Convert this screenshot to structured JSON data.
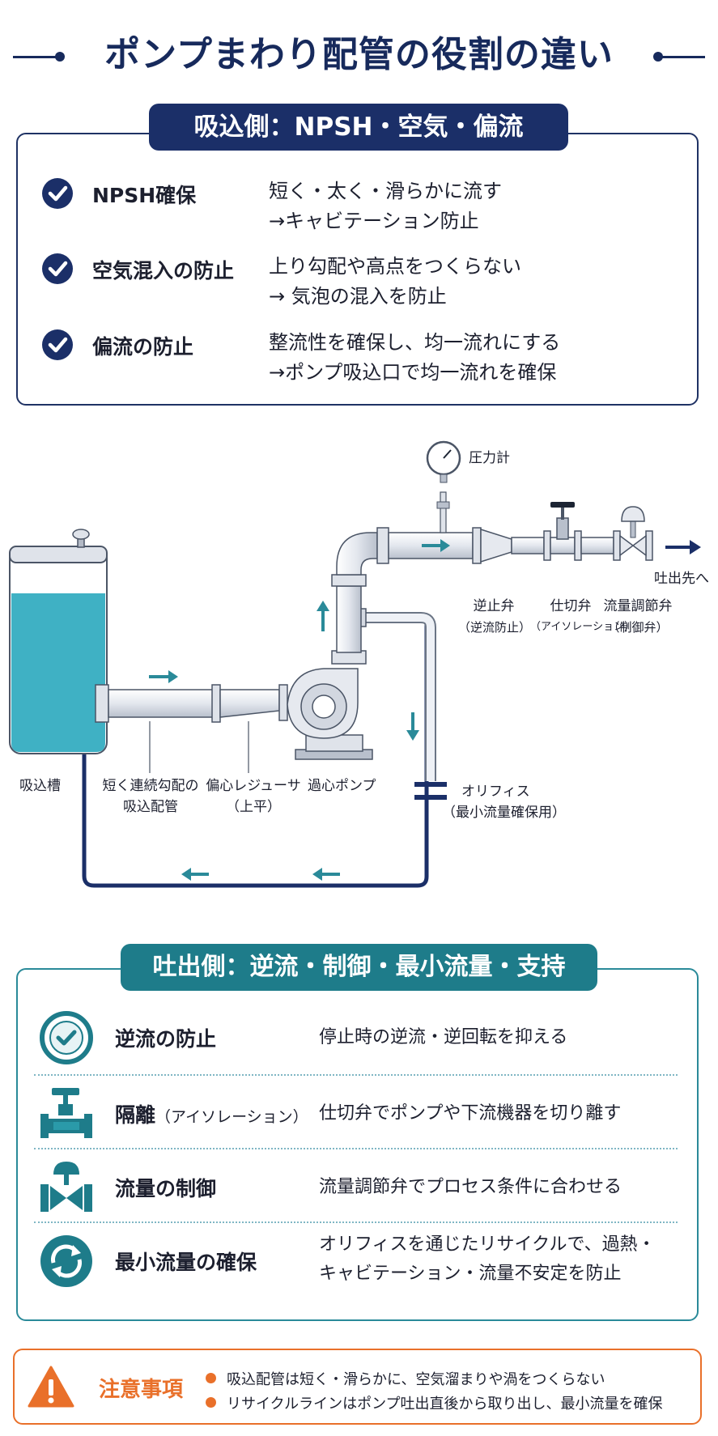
{
  "title": "ポンプまわり配管の役割の違い",
  "suction": {
    "banner": "吸込側：NPSH・空気・偏流",
    "items": [
      {
        "label": "NPSH確保",
        "line1": "短く・太く・滑らかに流す",
        "line2": "→キャビテーション防止"
      },
      {
        "label": "空気混入の防止",
        "line1": "上り勾配や高点をつくらない",
        "line2": "→ 気泡の混入を防止"
      },
      {
        "label": "偏流の防止",
        "line1": "整流性を確保し、均一流れにする",
        "line2": "→ポンプ吸込口で均一流れを確保"
      }
    ]
  },
  "diagram": {
    "pressure_gauge": "圧力計",
    "outlet": "吐出先へ",
    "check_valve": [
      "逆止弁",
      "（逆流防止）"
    ],
    "gate_valve": [
      "仕切弁",
      "（アイソレーション）"
    ],
    "control_valve": [
      "流量調節弁",
      "（制御弁）"
    ],
    "tank": "吸込槽",
    "suction_pipe": [
      "短く連続勾配の",
      "吸込配管"
    ],
    "reducer": [
      "偏心レジューサ",
      "（上平）"
    ],
    "pump": "過心ポンプ",
    "orifice": [
      "オリフィス",
      "（最小流量確保用）"
    ]
  },
  "discharge": {
    "banner": "吐出側：逆流・制御・最小流量・支持",
    "rows": [
      {
        "label": "逆流の防止",
        "label_small": "",
        "desc": [
          "停止時の逆流・逆回転を抑える"
        ],
        "icon": "check-circle-icon"
      },
      {
        "label": "隔離",
        "label_small": "（アイソレーション）",
        "desc": [
          "仕切弁でポンプや下流機器を切り離す"
        ],
        "icon": "gate-valve-icon"
      },
      {
        "label": "流量の制御",
        "label_small": "",
        "desc": [
          "流量調節弁でプロセス条件に合わせる"
        ],
        "icon": "control-valve-icon"
      },
      {
        "label": "最小流量の確保",
        "label_small": "",
        "desc": [
          "オリフィスを通じたリサイクルで、過熱・",
          "キャビテーション・流量不安定を防止"
        ],
        "icon": "recycle-icon"
      }
    ]
  },
  "caution": {
    "title": "注意事項",
    "items": [
      "吸込配管は短く・滑らかに、空気溜まりや渦をつくらない",
      "リサイクルラインはポンプ吐出直後から取り出し、最小流量を確保"
    ]
  },
  "colors": {
    "navy": "#1b2f68",
    "teal": "#1e7c8a",
    "orange": "#e9702a",
    "water": "#3fb1c4"
  }
}
